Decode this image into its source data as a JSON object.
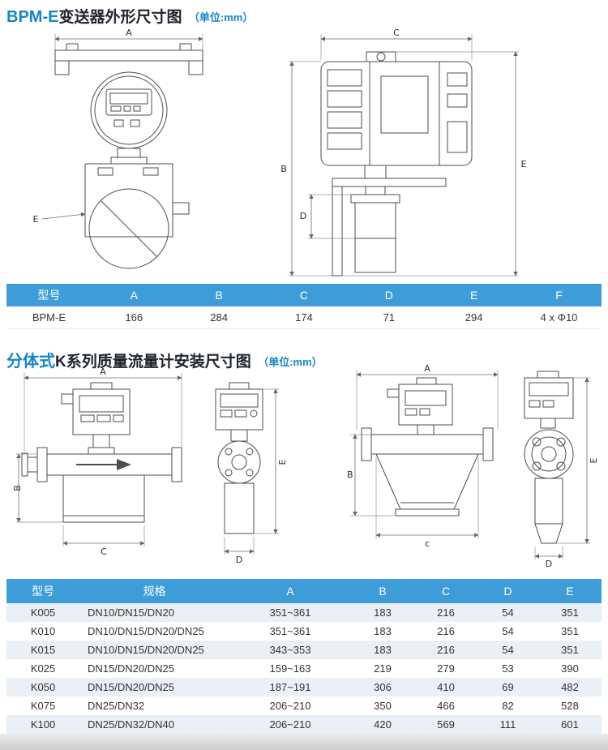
{
  "titles": {
    "section1": {
      "lead": "BPM-E",
      "main": "变送器外形尺寸图",
      "unit": "（单位:mm）"
    },
    "section2": {
      "lead": "分体式",
      "main": "K系列质量流量计安装尺寸图",
      "unit": "（单位:mm）"
    }
  },
  "colors": {
    "accent_blue": "#1486c8",
    "table_header_bg": "#3e9dd8",
    "table_row_alt_bg": "#eaf0f5",
    "title_dark": "#20242e"
  },
  "table1": {
    "headers": [
      "型号",
      "A",
      "B",
      "C",
      "D",
      "E",
      "F"
    ],
    "rows": [
      [
        "BPM-E",
        "166",
        "284",
        "174",
        "71",
        "294",
        "4 x Φ10"
      ]
    ]
  },
  "table2": {
    "headers": [
      "型号",
      "规格",
      "A",
      "B",
      "C",
      "D",
      "E"
    ],
    "rows": [
      [
        "K005",
        "DN10/DN15/DN20",
        "351~361",
        "183",
        "216",
        "54",
        "351"
      ],
      [
        "K010",
        "DN10/DN15/DN20/DN25",
        "351~361",
        "183",
        "216",
        "54",
        "351"
      ],
      [
        "K015",
        "DN10/DN15/DN20/DN25",
        "343~353",
        "183",
        "216",
        "54",
        "351"
      ],
      [
        "K025",
        "DN15/DN20/DN25",
        "159~163",
        "219",
        "279",
        "53",
        "390"
      ],
      [
        "K050",
        "DN15/DN20/DN25",
        "187~191",
        "306",
        "410",
        "69",
        "482"
      ],
      [
        "K075",
        "DN25/DN32",
        "206~210",
        "350",
        "466",
        "82",
        "528"
      ],
      [
        "K100",
        "DN25/DN32/DN40",
        "206~210",
        "420",
        "569",
        "111",
        "601"
      ]
    ]
  },
  "dims": {
    "bpme_front": {
      "a": "A",
      "e": "E"
    },
    "bpme_side": {
      "b": "B",
      "c": "C",
      "d": "D",
      "e": "E"
    },
    "k_front": {
      "a": "A",
      "b": "B",
      "c": "C"
    },
    "k_end": {
      "d": "D",
      "e": "E"
    },
    "delta_front": {
      "a": "A",
      "b": "B",
      "c": "c"
    },
    "delta_end": {
      "d": "D",
      "e": "E"
    }
  }
}
